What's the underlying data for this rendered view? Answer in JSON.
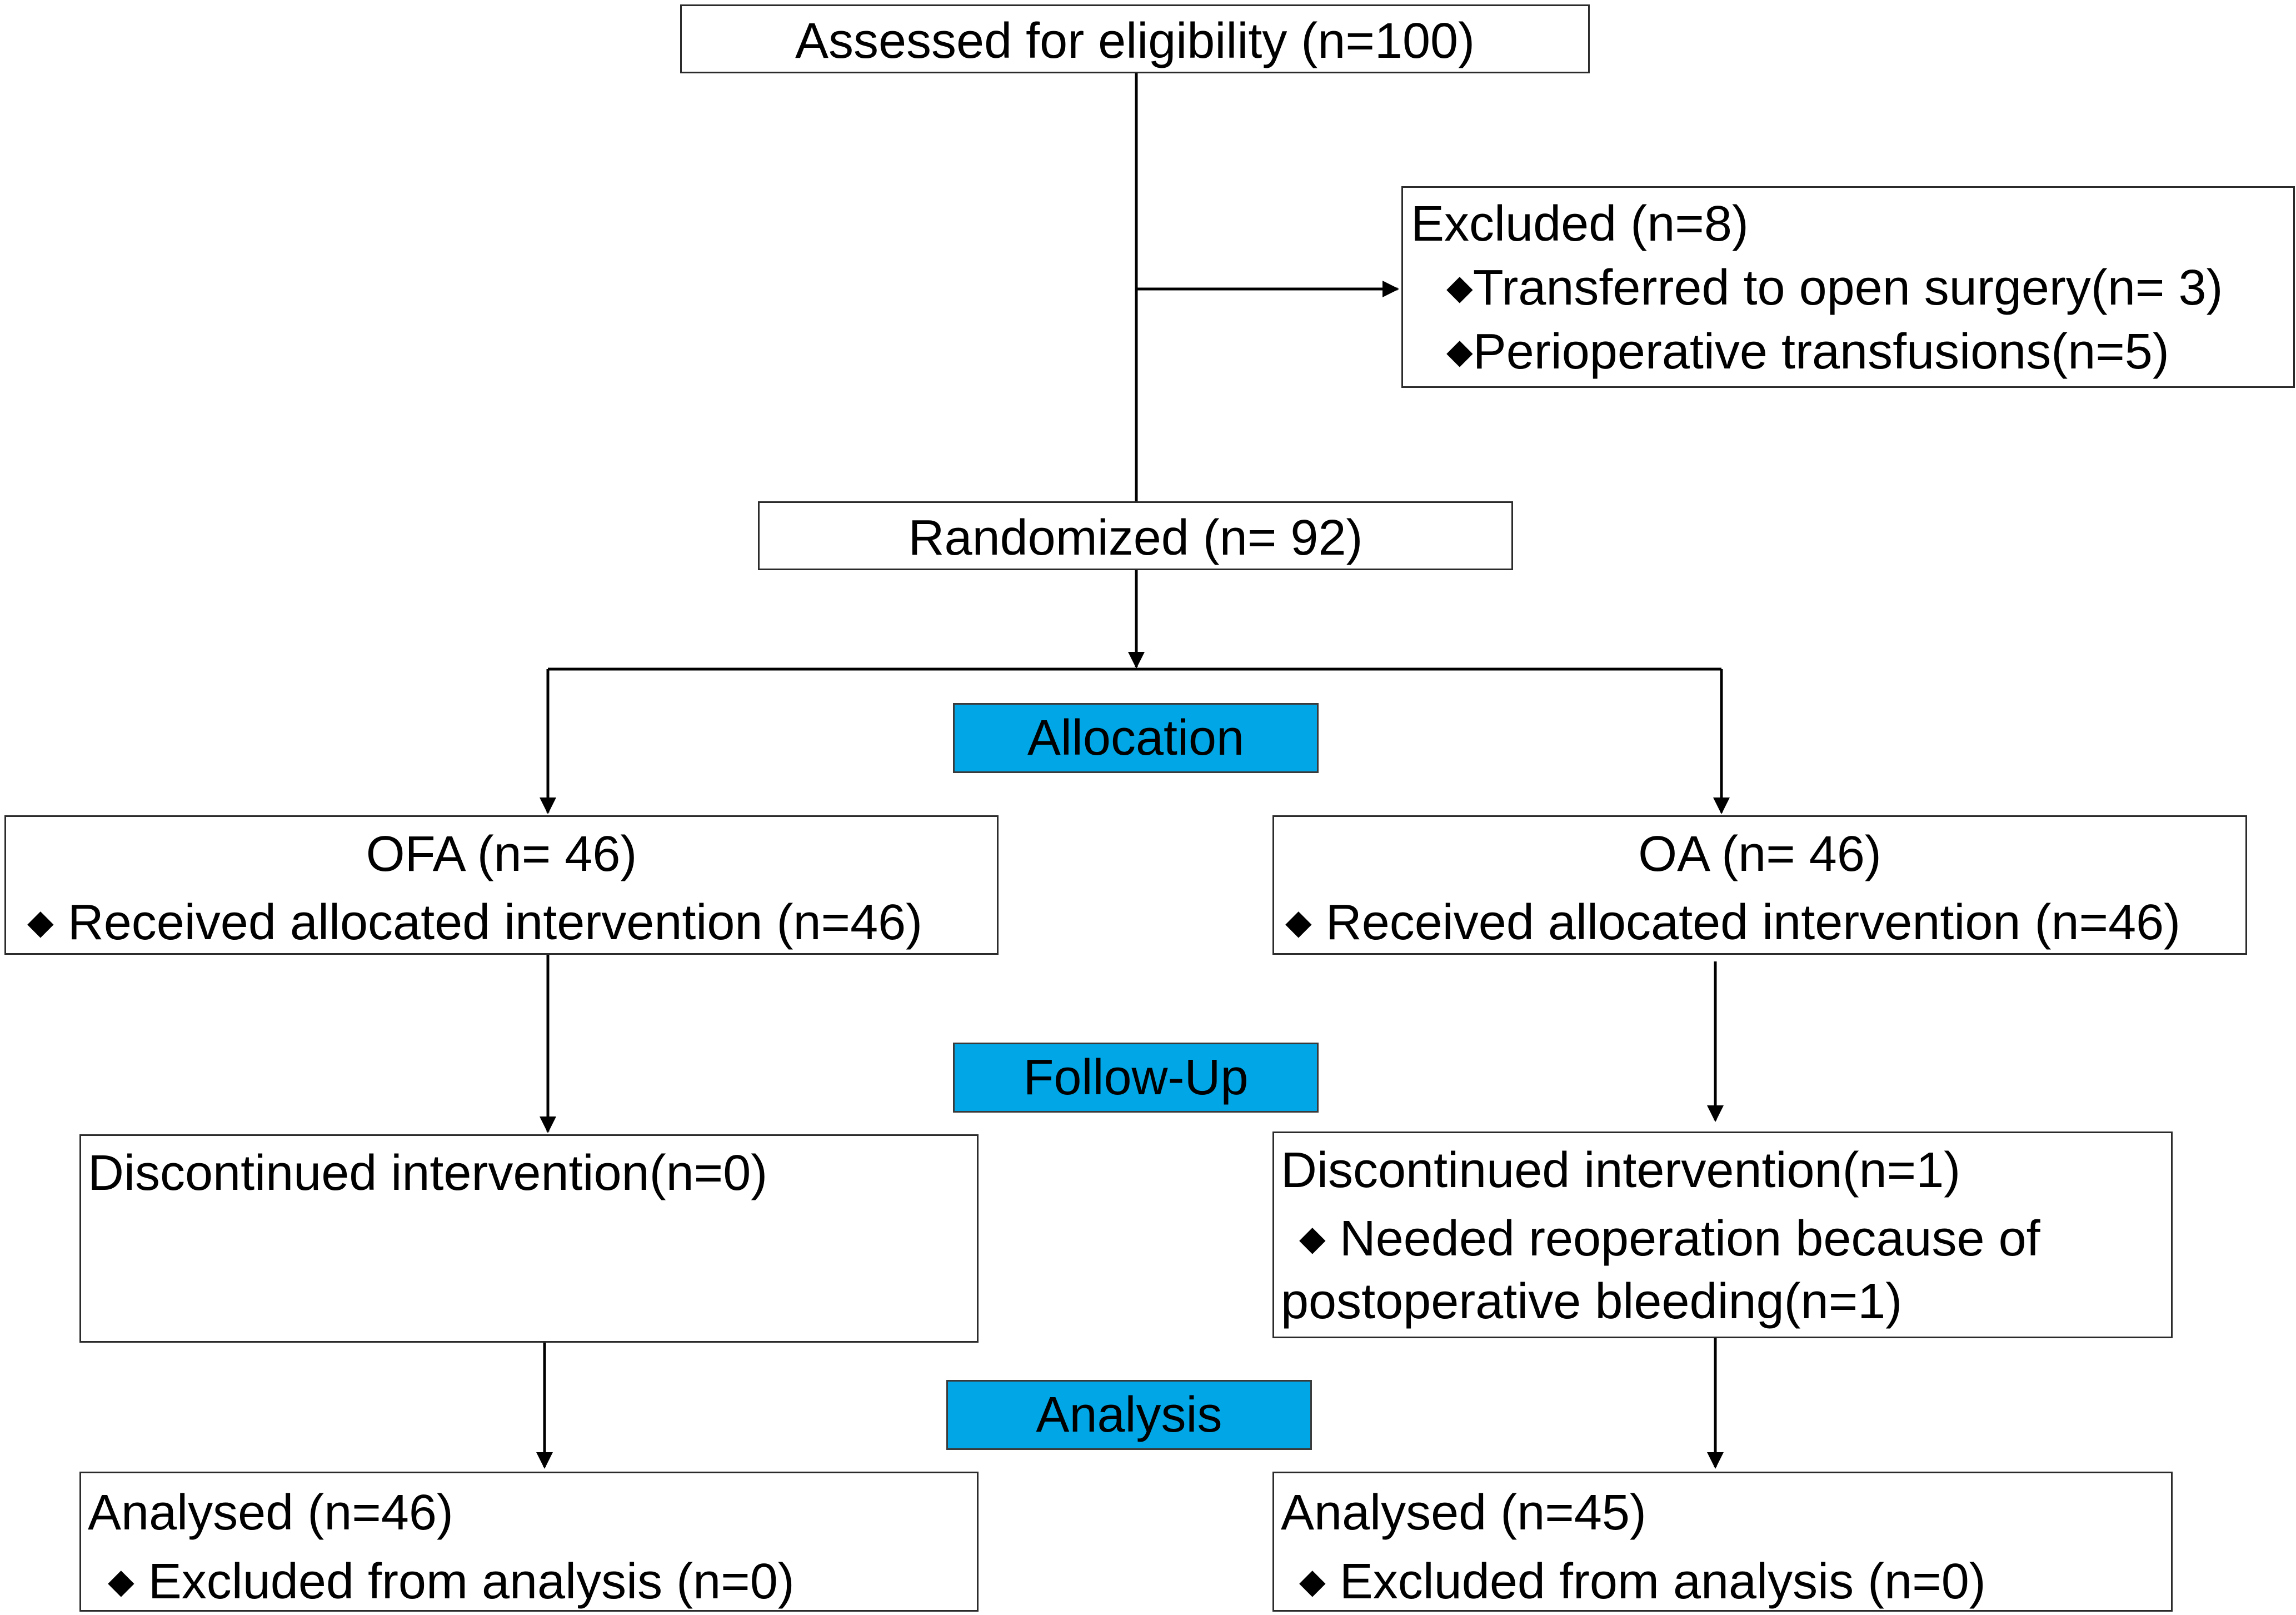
{
  "assessed": {
    "label": "Assessed for eligibility (n=100)"
  },
  "excluded": {
    "label": "Excluded (n=8)",
    "bullet": "◆",
    "items": [
      "Transferred to open surgery(n= 3)",
      "Perioperative transfusions(n=5)"
    ]
  },
  "randomized": {
    "label": "Randomized (n= 92)"
  },
  "stages": {
    "allocation": "Allocation",
    "follow_up": "Follow-Up",
    "analysis": "Analysis",
    "color": "#00a6e6"
  },
  "ofa": {
    "allocation": {
      "title": "OFA (n= 46)",
      "item": "Received allocated intervention (n=46)"
    },
    "follow_up": {
      "title": "Discontinued intervention(n=0)"
    },
    "analysis": {
      "title": "Analysed (n=46)",
      "item": "Excluded from analysis (n=0)"
    }
  },
  "oa": {
    "allocation": {
      "title": "OA (n= 46)",
      "item": "Received allocated intervention (n=46)"
    },
    "follow_up": {
      "title": "Discontinued intervention(n=1)",
      "item_line1": "Needed reoperation because of",
      "item_line2": "postoperative bleeding(n=1)"
    },
    "analysis": {
      "title": "Analysed (n=45)",
      "item": "Excluded from analysis (n=0)"
    }
  }
}
